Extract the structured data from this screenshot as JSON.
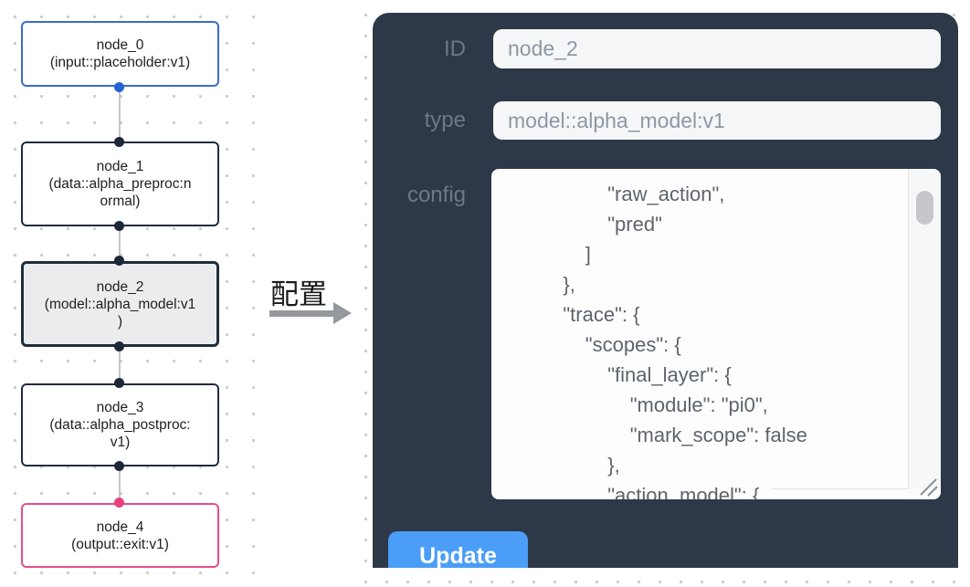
{
  "canvas": {
    "transition_label": "配置"
  },
  "graph": {
    "nodes": [
      {
        "id": "node_0",
        "kind": "input",
        "selected": false,
        "lines": [
          "node_0",
          "(input::placeholder:v1)"
        ]
      },
      {
        "id": "node_1",
        "kind": "data",
        "selected": false,
        "lines": [
          "node_1",
          "(data::alpha_preproc:n",
          "ormal)"
        ]
      },
      {
        "id": "node_2",
        "kind": "model",
        "selected": true,
        "lines": [
          "node_2",
          "(model::alpha_model:v1",
          ")"
        ]
      },
      {
        "id": "node_3",
        "kind": "data",
        "selected": false,
        "lines": [
          "node_3",
          "(data::alpha_postproc:",
          "v1)"
        ]
      },
      {
        "id": "node_4",
        "kind": "output",
        "selected": false,
        "lines": [
          "node_4",
          "(output::exit:v1)"
        ]
      }
    ]
  },
  "panel": {
    "id_label": "ID",
    "id_value": "node_2",
    "type_label": "type",
    "type_value": "model::alpha_model:v1",
    "config_label": "config",
    "config_value": "                    \"raw_action\",\n                    \"pred\"\n                ]\n            },\n            \"trace\": {\n                \"scopes\": {\n                    \"final_layer\": {\n                        \"module\": \"pi0\",\n                        \"mark_scope\": false\n                    },\n                    \"action_model\": {",
    "update_label": "Update"
  },
  "colors": {
    "panel_bg": "#2d3848",
    "button_blue": "#4b9ef7",
    "node_border_dark": "#222b3c",
    "node_border_blue": "#3a6cc8",
    "node_border_pink": "#e64d8c",
    "port_blue": "#2563d8",
    "port_pink": "#e8417f",
    "selected_node_fill": "#ebecee"
  }
}
